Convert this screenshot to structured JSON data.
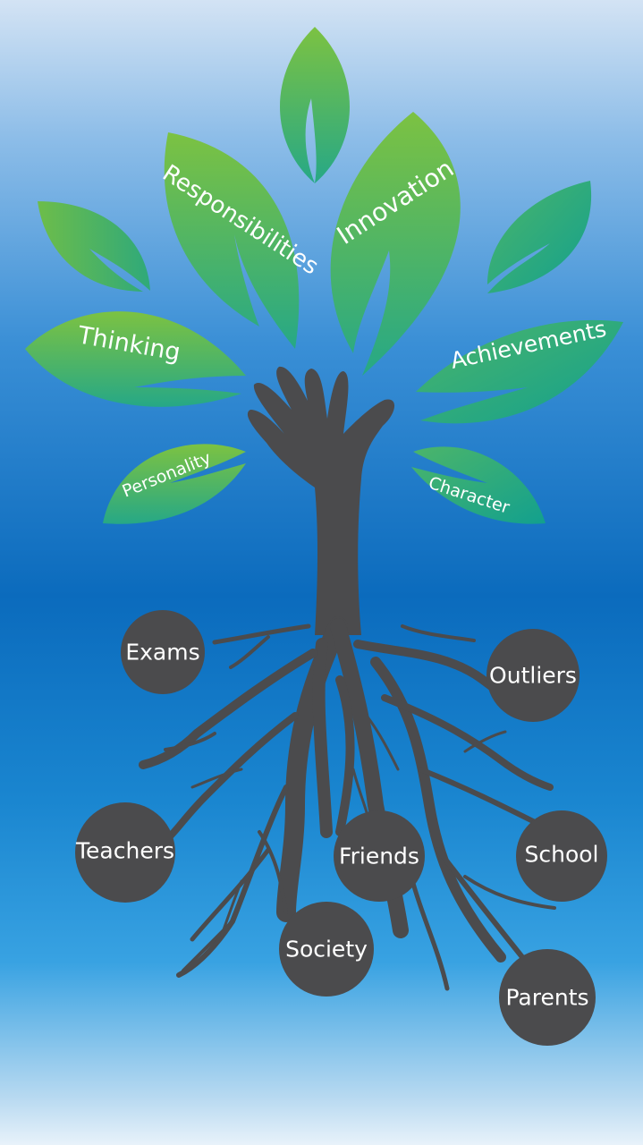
{
  "leaves": {
    "responsibilities": "Responsibilities",
    "innovation": "Innovation",
    "thinking": "Thinking",
    "achievements": "Achievements",
    "personality": "Personality",
    "character": "Character"
  },
  "roots": {
    "exams": "Exams",
    "outliers": "Outliers",
    "teachers": "Teachers",
    "friends": "Friends",
    "school": "School",
    "society": "Society",
    "parents": "Parents"
  },
  "colors": {
    "leaf_light": "#7cc242",
    "leaf_dark": "#1ea58a",
    "trunk": "#4b4b4d",
    "background_mid": "#0b6bbd"
  }
}
